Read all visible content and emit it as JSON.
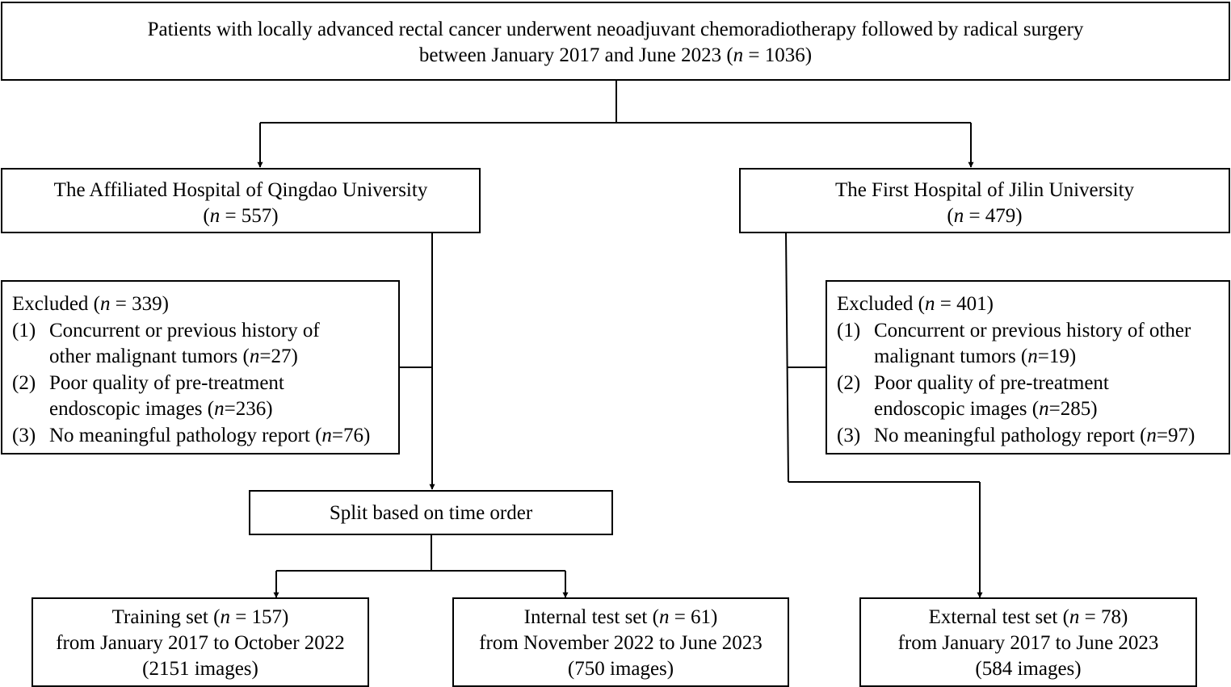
{
  "top": {
    "line1": "Patients with locally advanced rectal cancer underwent neoadjuvant chemoradiotherapy followed by radical surgery",
    "line2_pre": "between January 2017 and June 2023 (",
    "n_label": "n",
    "line2_post": " = 1036)"
  },
  "qingdao": {
    "name": "The Affiliated Hospital of Qingdao University",
    "count_pre": "(",
    "n_label": "n",
    "count_post": " = 557)"
  },
  "jilin": {
    "name": "The First Hospital of Jilin University",
    "count_pre": "(",
    "n_label": "n",
    "count_post": " = 479)"
  },
  "excluded_left": {
    "title_pre": "Excluded (",
    "n_label": "n",
    "title_post": " = 339)",
    "items": [
      {
        "num": "(1)",
        "line1": "Concurrent or previous history of",
        "line2_pre": "other malignant tumors (",
        "n_label": "n",
        "line2_post": "=27)"
      },
      {
        "num": "(2)",
        "line1": "Poor quality of pre-treatment",
        "line2_pre": "endoscopic images (",
        "n_label": "n",
        "line2_post": "=236)"
      },
      {
        "num": "(3)",
        "line1_pre": "No meaningful pathology report (",
        "n_label": "n",
        "line1_post": "=76)"
      }
    ]
  },
  "excluded_right": {
    "title_pre": "Excluded (",
    "n_label": "n",
    "title_post": " = 401)",
    "items": [
      {
        "num": "(1)",
        "line1": "Concurrent or previous history of other",
        "line2_pre": "malignant tumors (",
        "n_label": "n",
        "line2_post": "=19)"
      },
      {
        "num": "(2)",
        "line1": "Poor quality of pre-treatment",
        "line2_pre": "endoscopic images (",
        "n_label": "n",
        "line2_post": "=285)"
      },
      {
        "num": "(3)",
        "line1_pre": "No meaningful pathology report (",
        "n_label": "n",
        "line1_post": "=97)"
      }
    ]
  },
  "split": {
    "label": "Split based on time order"
  },
  "training": {
    "title_pre": "Training set (",
    "n_label": "n",
    "title_post": " = 157)",
    "period": "from January 2017 to October 2022",
    "images": "(2151 images)"
  },
  "internal": {
    "title_pre": "Internal test set (",
    "n_label": "n",
    "title_post": " = 61)",
    "period": "from November 2022 to June 2023",
    "images": "(750 images)"
  },
  "external": {
    "title_pre": "External test set (",
    "n_label": "n",
    "title_post": " = 78)",
    "period": "from January 2017 to June 2023",
    "images": "(584 images)"
  }
}
